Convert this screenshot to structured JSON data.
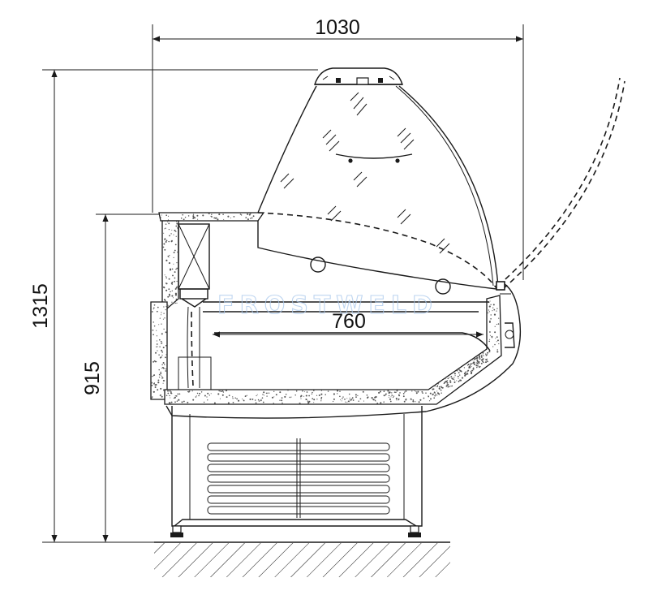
{
  "drawing": {
    "dimensions": {
      "overall_width": "1030",
      "overall_height": "1315",
      "counter_height": "915",
      "display_depth": "760"
    },
    "watermark": "FROSTWELD"
  }
}
